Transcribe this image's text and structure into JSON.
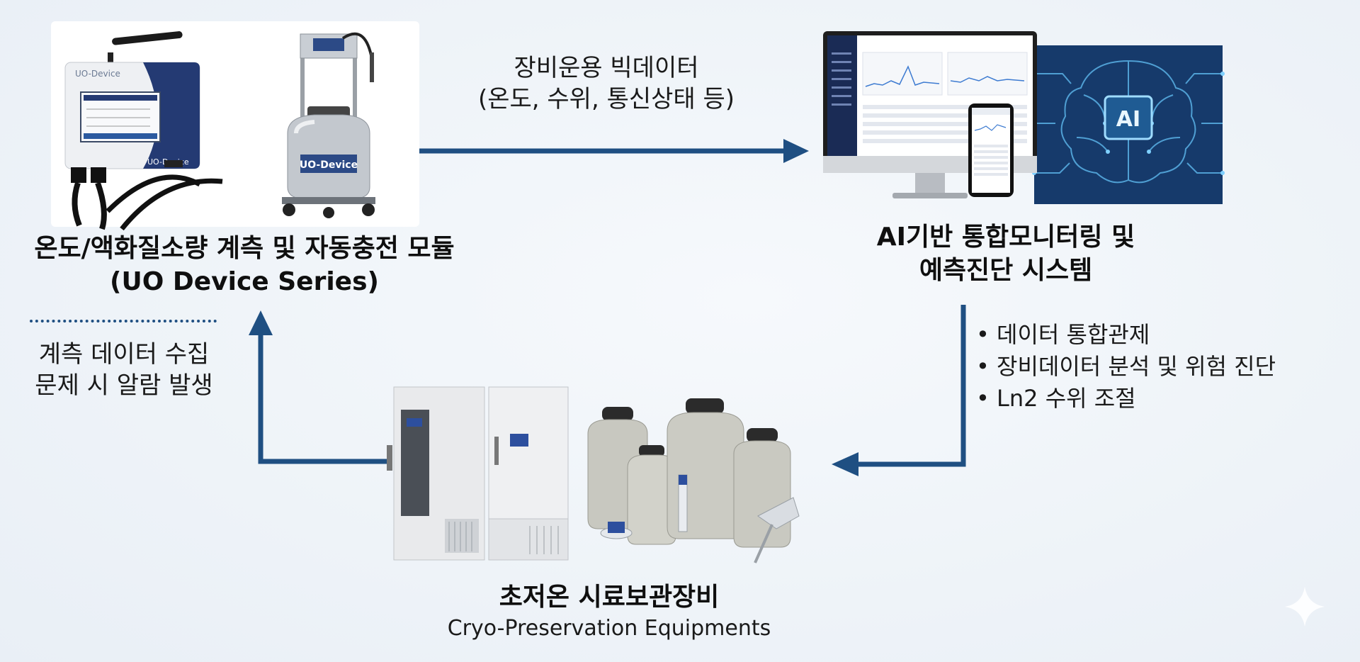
{
  "top_arrow_label": {
    "line1": "장비운용 빅데이터",
    "line2": "(온도, 수위, 통신상태 등)"
  },
  "module": {
    "title_line1": "온도/액화질소량 계측 및 자동충전 모듈",
    "title_line2": "(UO Device Series)",
    "gateway_brand": "UO-Device",
    "gateway_logo": "UO-Device",
    "dewar_label": "UO-Device"
  },
  "collection_note": {
    "line1": "계측 데이터 수집",
    "line2": "문제 시 알람 발생"
  },
  "system": {
    "title_line1": "AI기반 통합모니터링 및",
    "title_line2": "예측진단 시스템",
    "ai_badge": "AI"
  },
  "functions": [
    "데이터 통합관제",
    "장비데이터 분석 및 위험 진단",
    "Ln2 수위 조절"
  ],
  "equipment": {
    "title_ko": "초저온 시료보관장비",
    "title_en": "Cryo-Preservation Equipments"
  },
  "colors": {
    "arrow": "#1f4f82",
    "panel_dark": "#1a2b55"
  }
}
